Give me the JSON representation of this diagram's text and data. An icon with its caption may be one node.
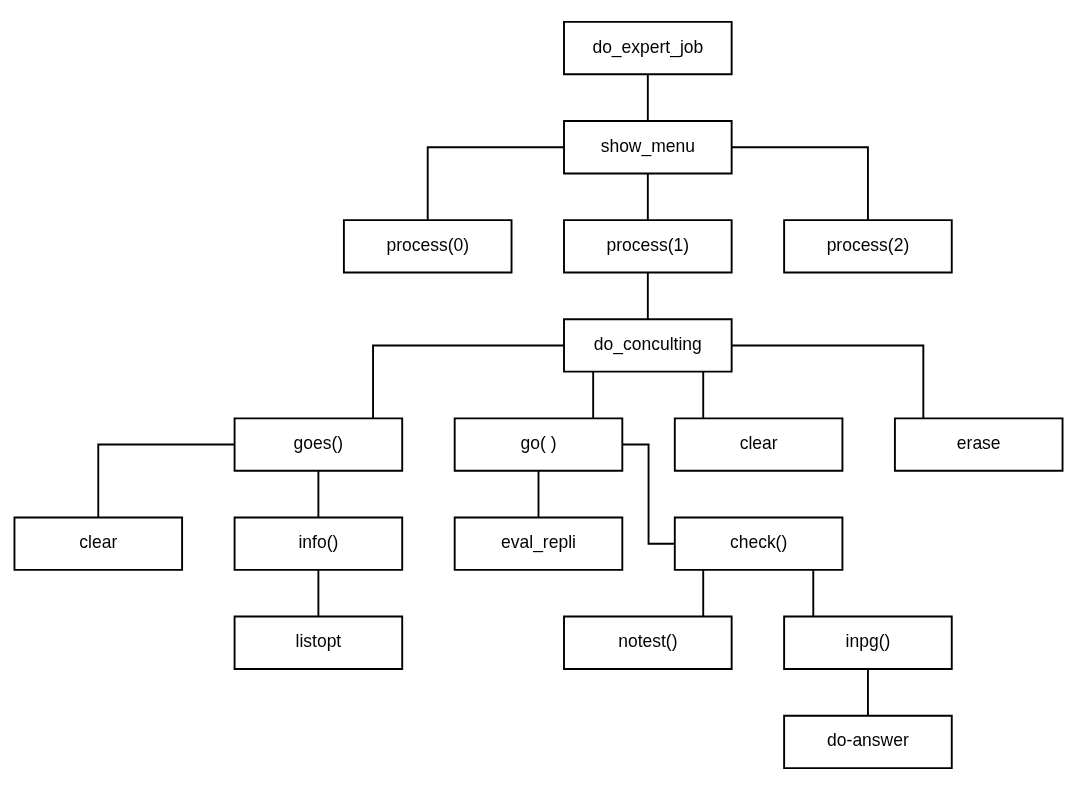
{
  "diagram": {
    "nodes": [
      {
        "text": [
          "do_expert_job"
        ]
      },
      {
        "text": [
          "show_menu"
        ]
      },
      {
        "text": [
          "process(0)"
        ]
      },
      {
        "text": [
          "process(1)"
        ]
      },
      {
        "text": [
          "process(2)"
        ]
      },
      {
        "text": [
          "do_conculting"
        ]
      },
      {
        "text": [
          "goes()"
        ]
      },
      {
        "text": [
          "go( )"
        ]
      },
      {
        "text": [
          "clear"
        ]
      },
      {
        "text": [
          "erase"
        ]
      },
      {
        "text": [
          "clear"
        ]
      },
      {
        "text": [
          "info()"
        ]
      },
      {
        "text": [
          "eval_repli"
        ]
      },
      {
        "text": [
          "check()"
        ]
      },
      {
        "text": [
          "listopt"
        ]
      },
      {
        "text": [
          "notest()"
        ]
      },
      {
        "text": [
          "inpg()"
        ]
      },
      {
        "text": [
          "do-answer"
        ]
      }
    ],
    "edges": [
      {
        "from": 0,
        "to": 1,
        "arrow": "none"
      },
      {
        "from": 1,
        "to": 2,
        "arrow": "none"
      },
      {
        "from": 1,
        "to": 3,
        "arrow": "none"
      },
      {
        "from": 1,
        "to": 4,
        "arrow": "none"
      },
      {
        "from": 3,
        "to": 5,
        "arrow": "none"
      },
      {
        "from": 5,
        "to": 6,
        "arrow": "none"
      },
      {
        "from": 5,
        "to": 7,
        "arrow": "none"
      },
      {
        "from": 5,
        "to": 8,
        "arrow": "none"
      },
      {
        "from": 5,
        "to": 9,
        "arrow": "none"
      },
      {
        "from": 6,
        "to": 10,
        "arrow": "none"
      },
      {
        "from": 6,
        "to": 11,
        "arrow": "none"
      },
      {
        "from": 7,
        "to": 12,
        "arrow": "none"
      },
      {
        "from": 7,
        "to": 13,
        "arrow": "none"
      },
      {
        "from": 11,
        "to": 14,
        "arrow": "none"
      },
      {
        "from": 13,
        "to": 15,
        "arrow": "none"
      },
      {
        "from": 13,
        "to": 16,
        "arrow": "none"
      },
      {
        "from": 16,
        "to": 17,
        "arrow": "none"
      }
    ]
  }
}
